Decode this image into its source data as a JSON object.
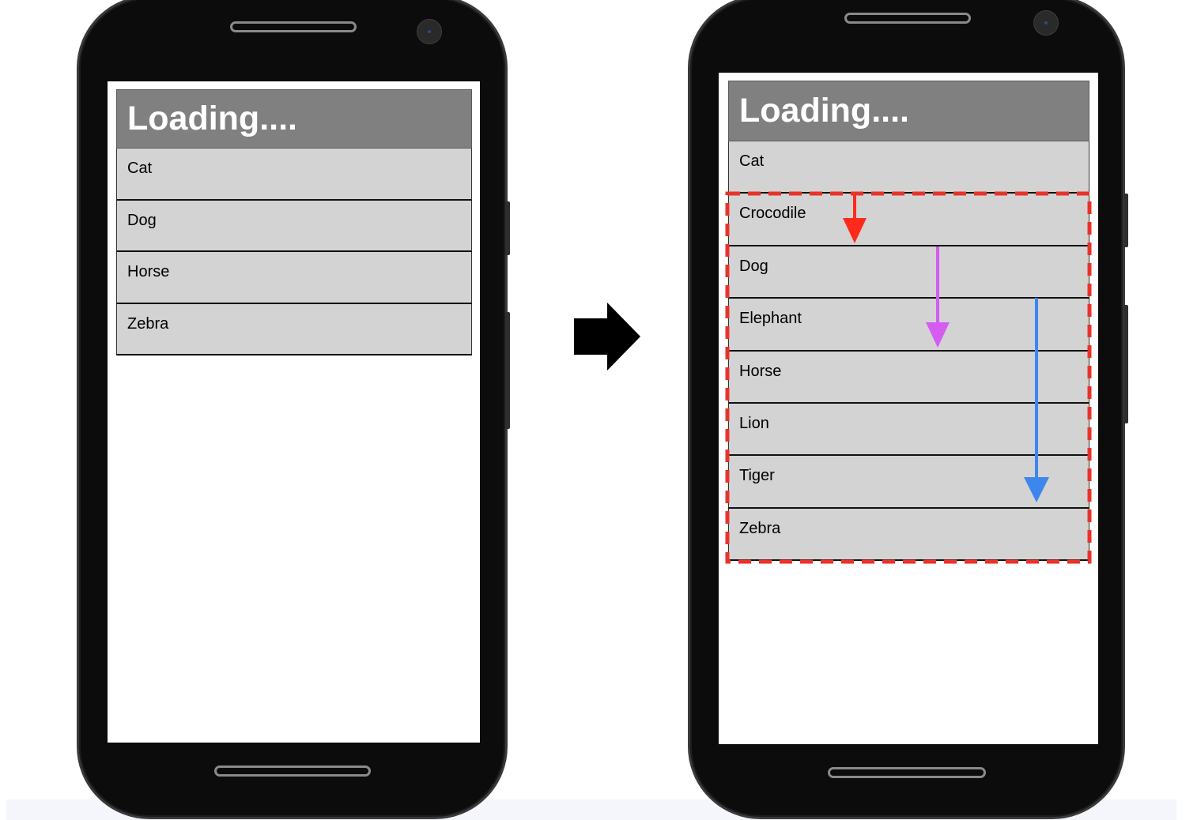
{
  "before": {
    "header": "Loading....",
    "items": [
      "Cat",
      "Dog",
      "Horse",
      "Zebra"
    ]
  },
  "after": {
    "header": "Loading....",
    "items": [
      "Cat",
      "Crocodile",
      "Dog",
      "Elephant",
      "Horse",
      "Lion",
      "Tiger",
      "Zebra"
    ]
  },
  "colors": {
    "highlight": "#e8332b",
    "arrow_red": "#ff2a1a",
    "arrow_purple": "#d45cf0",
    "arrow_blue": "#3e86ee",
    "header_bg": "#808080",
    "row_bg": "#d3d3d3"
  }
}
